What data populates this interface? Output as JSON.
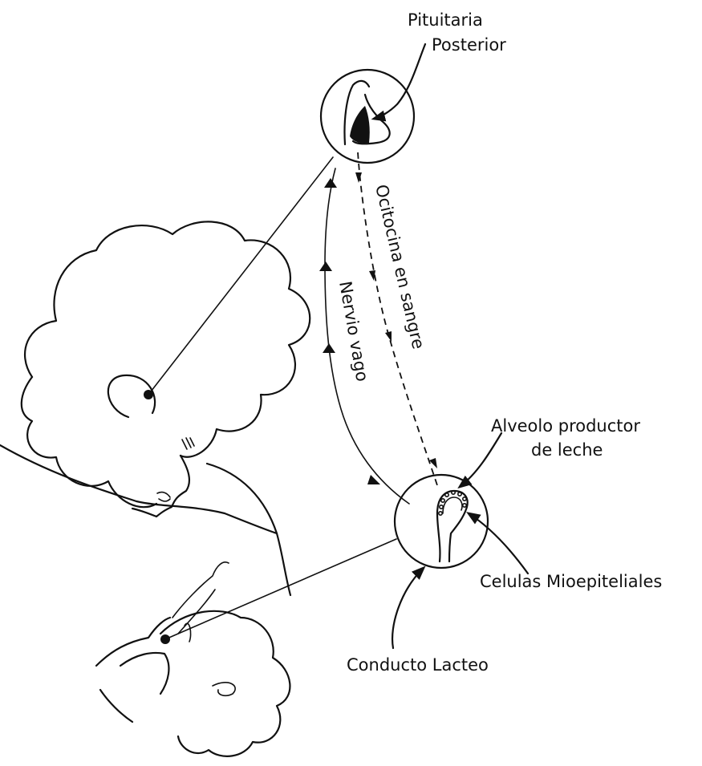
{
  "labels": {
    "pituitary_line1": "Pituitaria",
    "pituitary_line2": "Posterior",
    "oxytocin": "Ocitocina en sangre",
    "vagus_nerve": "Nervio vago",
    "alveolus_line1": "Alveolo productor",
    "alveolus_line2": "de leche",
    "myoepithelial": "Celulas Mioepiteliales",
    "milk_duct": "Conducto Lacteo"
  },
  "colors": {
    "ink": "#111111",
    "background": "#ffffff"
  }
}
